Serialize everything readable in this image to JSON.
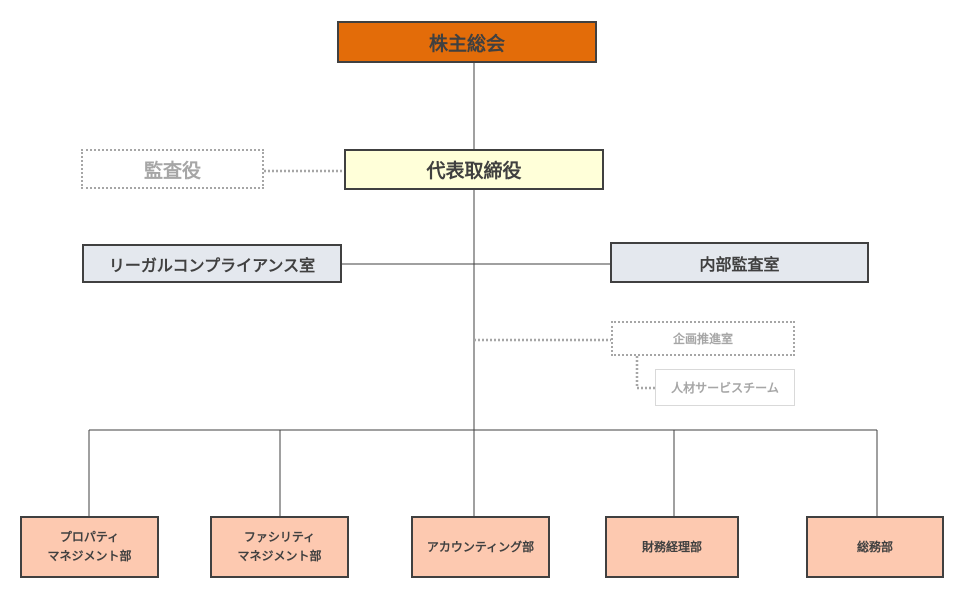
{
  "shareholders": {
    "label": "株主総会"
  },
  "ceo": {
    "label": "代表取締役"
  },
  "auditor": {
    "label": "監査役"
  },
  "legal": {
    "label": "リーガルコンプライアンス室"
  },
  "internal_audit": {
    "label": "内部監査室"
  },
  "planning": {
    "label": "企画推進室"
  },
  "hr_team": {
    "label": "人材サービスチーム"
  },
  "departments": [
    {
      "line1": "プロパティ",
      "line2": "マネジメント部"
    },
    {
      "line1": "ファシリティ",
      "line2": "マネジメント部"
    },
    {
      "line1": "アカウンティング部",
      "line2": ""
    },
    {
      "line1": "財務経理部",
      "line2": ""
    },
    {
      "line1": "総務部",
      "line2": ""
    }
  ],
  "colors": {
    "shareholders_fill": "#e36c09",
    "ceo_fill": "#ffffd9",
    "staff_fill": "#e4e8ee",
    "department_fill": "#fdc9b0",
    "border": "#404040",
    "dotted": "#a6a6a6"
  }
}
